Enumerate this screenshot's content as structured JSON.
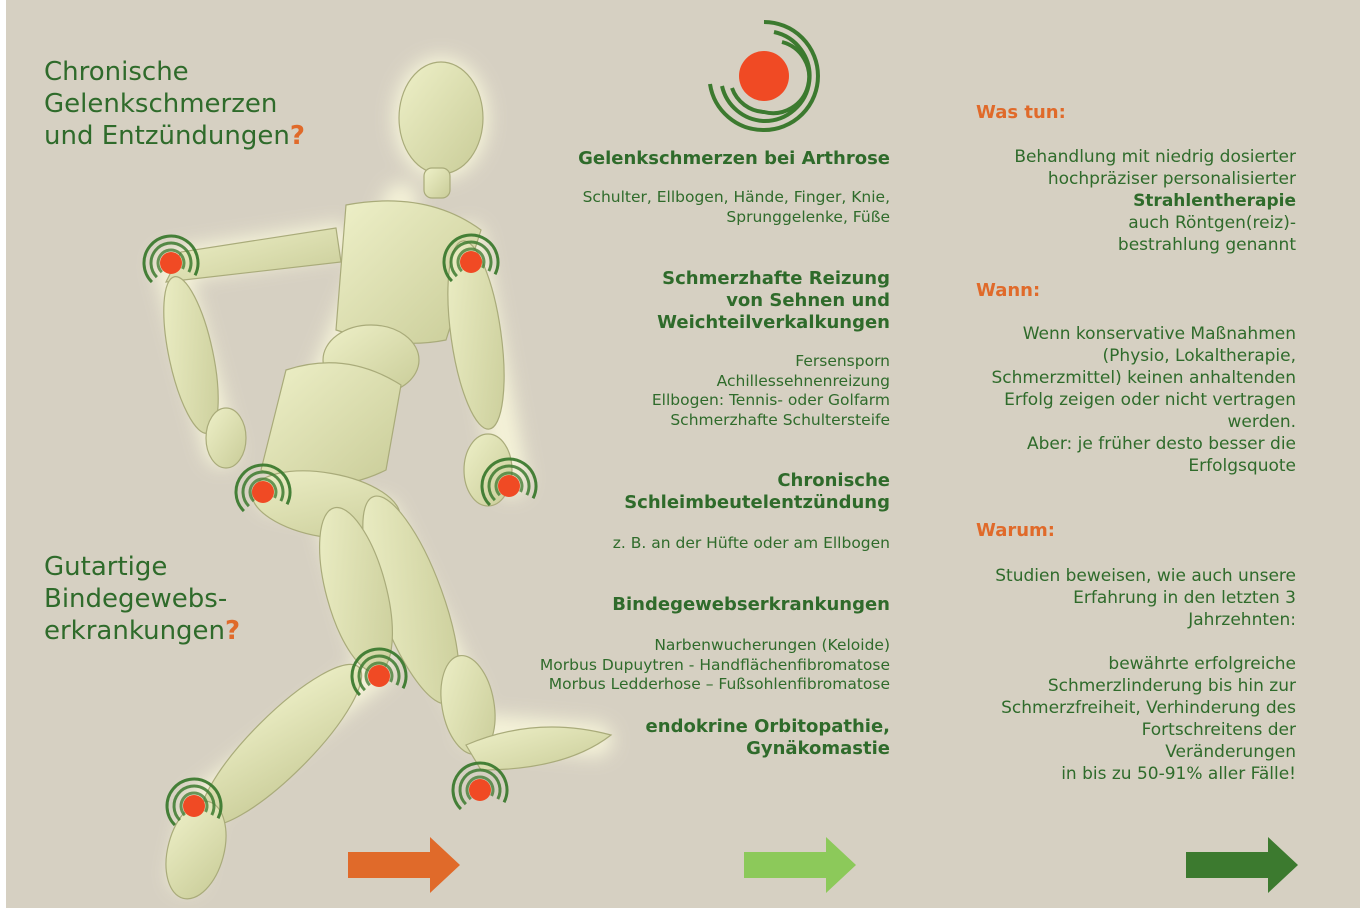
{
  "headings": {
    "chronic": {
      "lines": [
        "Chronische",
        "Gelenkschmerzen",
        "und Entzündungen"
      ],
      "mark": "?"
    },
    "benign": {
      "lines": [
        "Gutartige",
        "Bindegewebs-",
        "erkrankungen"
      ],
      "mark": "?"
    }
  },
  "conditions": [
    {
      "title": [
        "Gelenkschmerzen bei Arthrose"
      ],
      "items": [
        "Schulter, Ellbogen, Hände, Finger, Knie,",
        "Sprunggelenke, Füße"
      ]
    },
    {
      "title": [
        "Schmerzhafte Reizung",
        "von Sehnen und",
        "Weichteilverkalkungen"
      ],
      "items": [
        "Fersensporn",
        "Achillessehnenreizung",
        "Ellbogen: Tennis- oder Golfarm",
        "Schmerzhafte Schultersteife"
      ]
    },
    {
      "title": [
        "Chronische",
        "Schleimbeutelentzündung"
      ],
      "items": [
        "z. B. an der Hüfte oder am Ellbogen"
      ]
    },
    {
      "title": [
        "Bindegewebserkrankungen"
      ],
      "items": [
        "Narbenwucherungen (Keloide)",
        "Morbus Dupuytren - Handflächenfibromatose",
        "Morbus Ledderhose – Fußsohlenfibromatose"
      ]
    },
    {
      "title": [
        "endokrine Orbitopathie,",
        "Gynäkomastie"
      ],
      "items": []
    }
  ],
  "was_tun": {
    "label": "Was tun:",
    "line1": "Behandlung mit niedrig dosierter",
    "line2": "hochpräziser personalisierter",
    "bold": "Strahlentherapie",
    "line3": "auch Röntgen(reiz)-",
    "line4": "bestrahlung genannt"
  },
  "wann": {
    "label": "Wann:",
    "lines": [
      "Wenn konservative Maßnahmen",
      "(Physio, Lokaltherapie,",
      "Schmerzmittel) keinen anhaltenden",
      "Erfolg zeigen oder nicht vertragen",
      "werden.",
      "Aber: je früher desto besser die",
      "Erfolgsquote"
    ]
  },
  "warum": {
    "label": "Warum:",
    "lines_a": [
      "Studien beweisen, wie auch unsere",
      "Erfahrung in den letzten 3",
      "Jahrzehnten:"
    ],
    "lines_b": [
      "bewährte erfolgreiche",
      "Schmerzlinderung bis hin zur",
      "Schmerzfreiheit, Verhinderung des",
      "Fortschreitens der",
      "Veränderungen",
      "in bis zu 50-91% aller Fälle!"
    ]
  },
  "colors": {
    "background": "#d6d0c2",
    "green_text": "#2f6b2b",
    "orange": "#e06a2a",
    "arrow_orange": "#e06a2a",
    "arrow_light_green": "#8cc95a",
    "arrow_dark_green": "#3c7a2f",
    "figure": "#e2e4b4",
    "pain_dot": "#f04a24"
  },
  "icons": [
    "mannequin-figure",
    "pain-point-marker",
    "logo-mark",
    "arrow-right-icon"
  ]
}
